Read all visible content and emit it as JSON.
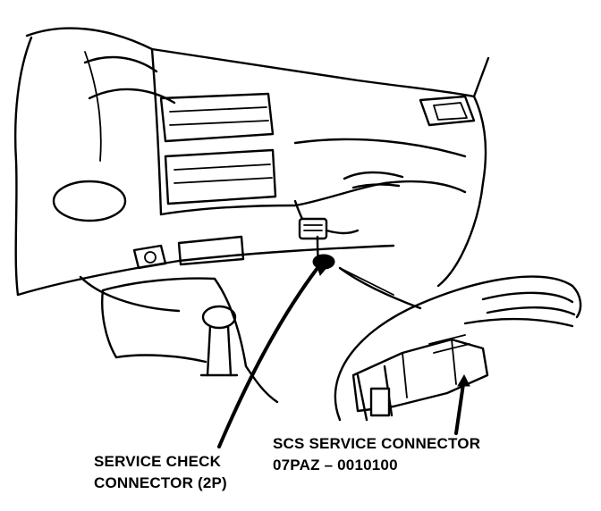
{
  "callouts": {
    "service_check": {
      "line1": "SERVICE CHECK",
      "line2": "CONNECTOR (2P)"
    },
    "scs": {
      "line1": "SCS SERVICE CONNECTOR",
      "line2": "07PAZ – 0010100"
    }
  },
  "colors": {
    "ink": "#000000",
    "paper": "#ffffff"
  }
}
